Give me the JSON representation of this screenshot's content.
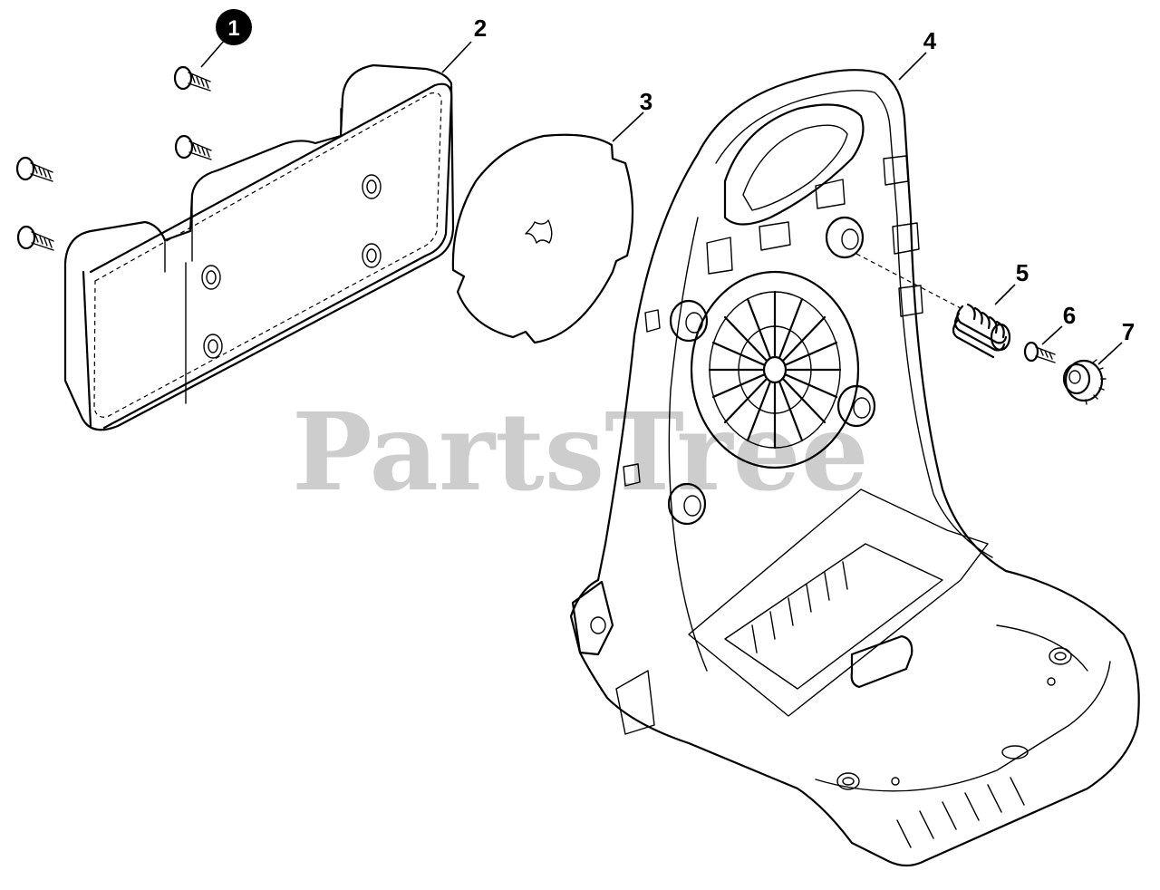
{
  "watermark": "PartsTree",
  "callouts": [
    {
      "number": "1",
      "style": "filled-circle"
    },
    {
      "number": "2",
      "style": "plain"
    },
    {
      "number": "3",
      "style": "plain"
    },
    {
      "number": "4",
      "style": "plain"
    },
    {
      "number": "5",
      "style": "plain"
    },
    {
      "number": "6",
      "style": "plain"
    },
    {
      "number": "7",
      "style": "plain"
    }
  ],
  "colors": {
    "line": "#000000",
    "background": "#ffffff",
    "watermark": "#c8c8c8"
  }
}
